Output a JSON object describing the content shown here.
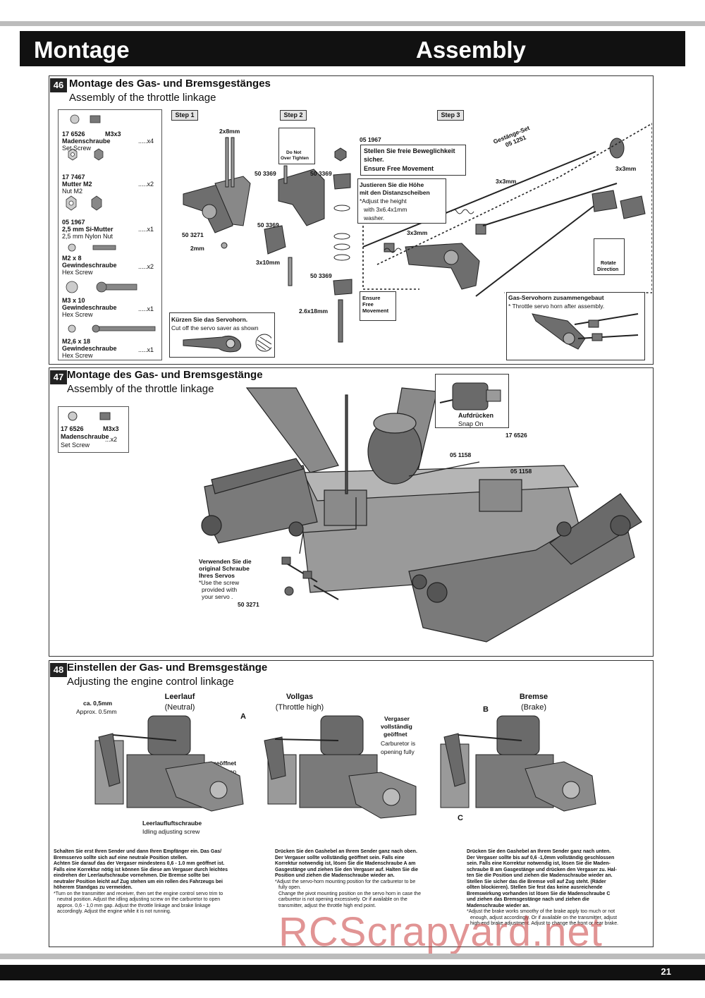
{
  "header": {
    "left_title": "Montage",
    "right_title": "Assembly"
  },
  "page_number": "21",
  "watermark": "RCScrapyard.net",
  "section46": {
    "num": "46",
    "title_de": "Montage des Gas- und Bremsgestänges",
    "title_en": "Assembly of the throttle linkage",
    "parts": [
      {
        "num": "17 6526",
        "spec": "M3x3",
        "de": "Madenschraube",
        "en": "Set Screw",
        "qty": ".....x4"
      },
      {
        "num": "17 7467",
        "spec": "",
        "de": "Mutter M2",
        "en": "Nut M2",
        "qty": ".....x2"
      },
      {
        "num": "05 1967",
        "spec": "",
        "de": "2,5 mm Si-Mutter",
        "en": "2,5 mm Nylon  Nut",
        "qty": ".....x1"
      },
      {
        "num": "",
        "spec": "M2 x 8",
        "de": "Gewindeschraube",
        "en": "Hex Screw",
        "qty": ".....x2"
      },
      {
        "num": "",
        "spec": "M3 x 10",
        "de": "Gewindeschraube",
        "en": "Hex Screw",
        "qty": ".....x1"
      },
      {
        "num": "",
        "spec": "M2,6 x 18",
        "de": "Gewindeschraube",
        "en": "Hex Screw",
        "qty": ".....x1"
      }
    ],
    "steps": [
      "Step 1",
      "Step 2",
      "Step 3"
    ],
    "labels": {
      "s2x8": "2x8mm",
      "s2mm": "2mm",
      "s3x10": "3x10mm",
      "s2_6x18": "2.6x18mm",
      "s3x3a": "3x3mm",
      "s3x3b": "3x3mm",
      "s3x3c": "3x3mm",
      "p50_3369a": "50 3369",
      "p50_3369b": "50 3369",
      "p50_3369c": "50 3369",
      "p50_3369d": "50 3369",
      "p50_3271": "50 3271",
      "p05_1967": "05 1967",
      "gestaenge": "Gestänge-Set",
      "gestaenge_num": "05 1251",
      "do_not": "Do Not",
      "over_tighten": "Over Tighten",
      "ensure": "Ensure",
      "free": "Free",
      "movement": "Movement",
      "rotate": "Rotate",
      "direction": "Direction"
    },
    "callout_free": {
      "de1": "Stellen Sie freie Beweglichkeit",
      "de2": "sicher.",
      "en": "Ensure Free Movement"
    },
    "callout_height": {
      "de1": "Justieren Sie die Höhe",
      "de2": "mit den Distanzscheiben",
      "en1": "*Adjust the height",
      "en2": "with 3x6.4x1mm",
      "en3": "washer."
    },
    "callout_cut": {
      "de": "Kürzen Sie das Servohorn.",
      "en": "Cut off the servo saver as shown"
    },
    "callout_servo": {
      "de": "Gas-Servohorn zusammengebaut",
      "en": "* Throttle servo horn after assembly."
    }
  },
  "section47": {
    "num": "47",
    "title_de": "Montage des Gas- und Bremsgestänge",
    "title_en": "Assembly of the throttle linkage",
    "part": {
      "num": "17 6526",
      "spec": "M3x3",
      "de": "Madenschraube",
      "en": "Set Screw",
      "qty": "...x2"
    },
    "snap_de": "Aufdrücken",
    "snap_en": "Snap On",
    "labels": {
      "p17_6526": "17 6526",
      "p05_1158a": "05 1158",
      "p05_1158b": "05 1158",
      "p50_3271": "50 3271"
    },
    "servo_note": {
      "de1": "Verwenden Sie die",
      "de2": "original Schraube",
      "de3": "Ihres Servos",
      "en1": "*Use the screw",
      "en2": "provided with",
      "en3": "your servo ."
    }
  },
  "section48": {
    "num": "48",
    "title_de": "Einstellen der Gas- und Bremsgestänge",
    "title_en": "Adjusting the engine control linkage",
    "neutral": {
      "de": "Leerlauf",
      "en": "(Neutral)"
    },
    "high": {
      "de": "Vollgas",
      "en": "(Throttle high)"
    },
    "brake": {
      "de": "Bremse",
      "en": "(Brake)"
    },
    "gap05_de": "ca. 0,5mm",
    "gap05_en": "Approx. 0.5mm",
    "gap1_de": "ca. 1mm geöffnet",
    "gap1_en": "Approx. 1mm gap",
    "idle_de": "Leerlaufluftschraube",
    "idle_en": "Idling adjusting screw",
    "open_de1": "Vergaser",
    "open_de2": "vollständig",
    "open_de3": "geöffnet",
    "open_en1": "Carburetor is",
    "open_en2": "opening fully",
    "letter_a": "A",
    "letter_b": "B",
    "letter_c": "C",
    "col1_de": [
      "Schalten Sie erst Ihren Sender und dann Ihren Empfänger ein. Das Gas/",
      "Bremsservo sollte sich auf eine neutrale Position stellen.",
      "Achten Sie darauf das der Vergaser mindestens 0,6 - 1.0 mm geöffnet ist.",
      "Falls eine Korrektur nötig ist können Sie diese am Vergaser durch leichtes",
      "eindrehen der Leerlaufschraube vornehmen. Die Bremse sollte bei",
      "neutraler Position leicht auf Zug stehen um ein rollen des Fahrzeugs bei",
      "höherem Standgas zu vermeiden."
    ],
    "col1_en": [
      "*Turn on the transmitter and receiver, then set the engine control servo trim to",
      "neutral position. Adjust the idling adjusting screw on the carburetor to open",
      "approx. 0,6 - 1,0 mm gap. Adjust the throttle linkage and brake linkage",
      "accordingly. Adjust the engine while it is not running."
    ],
    "col2_de": [
      "Drücken Sie den Gashebel an Ihrem Sender ganz nach oben.",
      "Der Vergaser sollte vollständig geöffnet sein. Falls eine",
      "Korrektur notwendig ist, lösen Sie die Madenschraube A am",
      "Gasgestänge und ziehen Sie den Vergaser auf. Halten Sie die",
      "Position und ziehen die Madenschraube wieder an."
    ],
    "col2_en": [
      "*Adjust the servo-horn mounting position for the carburetor to be",
      "fully open.",
      "Change the pivot mounting position on the servo horn in case the",
      "carburetor is not opening excessively. Or if available on the",
      "transmitter, adjust the throttle high end point."
    ],
    "col3_de": [
      "Drücken Sie den Gashebel an Ihrem Sender ganz nach unten.",
      "Der Vergaser sollte bis auf 0,6 -1,0mm vollständig geschlossen",
      "sein. Falls eine Korrektur notwendig ist, lösen Sie die Maden-",
      "schraube B am Gasgestänge und drücken den Vergaser zu. Hal-",
      "ten Sie die Position und ziehen die Madenschraube wieder an.",
      "Stellen Sie sicher das die Bremse voll auf Zug steht. (Räder",
      "ollten blockieren). Stellen Sie fest das keine ausreichende",
      "Bremswirkung vorhanden ist lösen Sie die Madenschraube C",
      "und ziehen das Bremsgestänge nach und ziehen die",
      "Madenschraube wieder an."
    ],
    "col3_en": [
      "*Adjust the brake works smoothy of the brake apply too much or not",
      "enough, adjust accordingly. Or if available on the transmitter, adjust",
      "high-end brake adjustment. Adjust to change the front or rear brake."
    ]
  },
  "colors": {
    "dark": "#111111",
    "stripe": "#bcbcbc",
    "part": "#6e6e6e",
    "watermark": "#c83c3c"
  }
}
